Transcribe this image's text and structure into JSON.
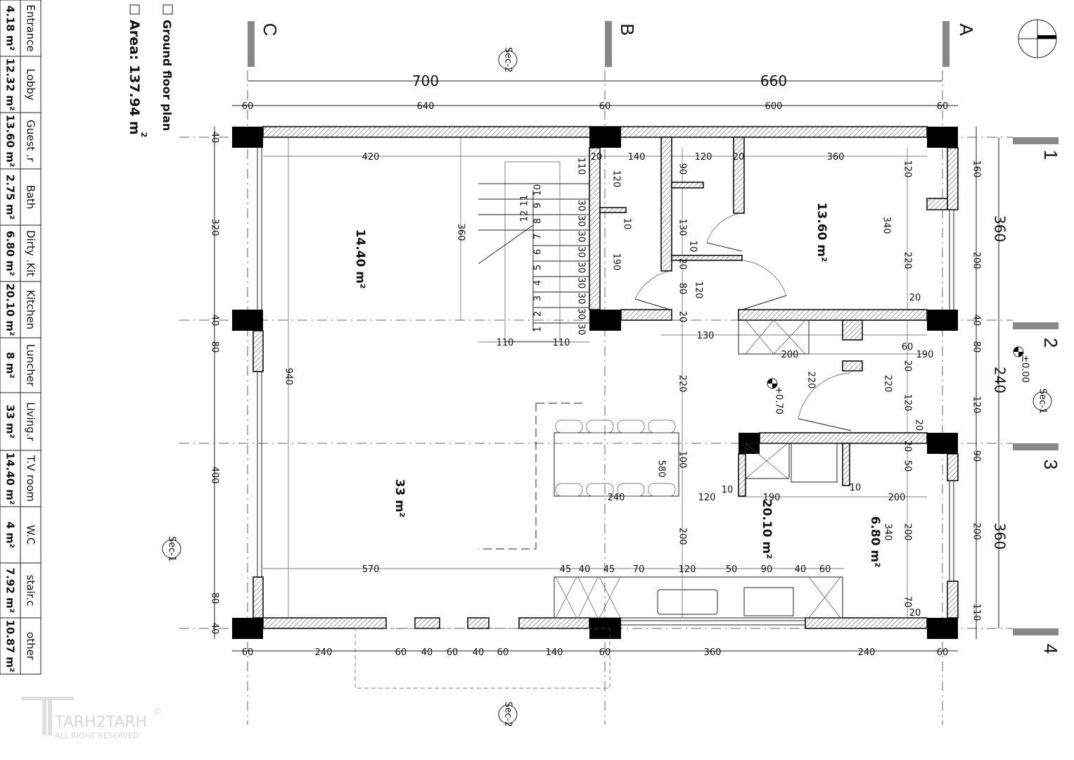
{
  "title": "Ground floor plan",
  "area_label": "Area: 137.94 m",
  "area_sup": "2",
  "area_table": [
    {
      "name": "Entrance",
      "area": "4.18 m²"
    },
    {
      "name": "Lobby",
      "area": "12.32 m²"
    },
    {
      "name": "Guest .r",
      "area": "13.60 m²"
    },
    {
      "name": "Bath",
      "area": "2.75 m²"
    },
    {
      "name": "Dirty .Kit",
      "area": "6.80 m²"
    },
    {
      "name": "Kitchen",
      "area": "20.10 m²"
    },
    {
      "name": "Luncher",
      "area": "8 m²"
    },
    {
      "name": "Living.r",
      "area": "33 m²"
    },
    {
      "name": "T.V room",
      "area": "14.40 m²"
    },
    {
      "name": "W.C",
      "area": "4 m²"
    },
    {
      "name": "stair.c",
      "area": "7.92 m²"
    },
    {
      "name": "other",
      "area": "10.87 m²"
    }
  ],
  "grid_columns": [
    "C",
    "B",
    "A"
  ],
  "grid_rows": [
    "1",
    "2",
    "3",
    "4"
  ],
  "rooms": [
    "14.40 m²",
    "33 m²",
    "13.60 m²",
    "20.10 m²",
    "6.80 m²"
  ],
  "dims": {
    "top_overall": [
      "700",
      "660"
    ],
    "top": [
      "60",
      "640",
      "60",
      "600",
      "60"
    ],
    "bottom": [
      "60",
      "240",
      "60",
      "40",
      "60",
      "40",
      "60",
      "140",
      "60",
      "360",
      "240",
      "60"
    ],
    "left": [
      "40",
      "320",
      "40",
      "80",
      "400",
      "80",
      "40"
    ],
    "right": [
      "160",
      "200",
      "40",
      "80",
      "120",
      "90",
      "200",
      "110"
    ],
    "right_overall": [
      "360",
      "240",
      "360"
    ],
    "interior": [
      "420",
      "360",
      "940",
      "110",
      "110",
      "20",
      "140",
      "120",
      "20",
      "360",
      "120",
      "340",
      "220",
      "110",
      "120",
      "190",
      "10",
      "90",
      "130",
      "10",
      "20",
      "80",
      "20",
      "120",
      "130",
      "200",
      "220",
      "220",
      "580",
      "100",
      "220",
      "200",
      "240",
      "120",
      "190",
      "10",
      "10",
      "200",
      "340",
      "200",
      "570",
      "45",
      "40",
      "45",
      "70",
      "120",
      "50",
      "90",
      "40",
      "60",
      "20",
      "60",
      "190",
      "20",
      "120",
      "20",
      "20",
      "50",
      "70",
      "20"
    ],
    "stair_risers": [
      "30",
      "30",
      "30",
      "30",
      "30",
      "30",
      "30",
      "30",
      "30"
    ]
  },
  "stair_numbers": [
    "1",
    "2",
    "3",
    "4",
    "5",
    "6",
    "7",
    "8",
    "9",
    "10",
    "11",
    "12"
  ],
  "levels": [
    "±0.00",
    "+0.70"
  ],
  "sections": [
    "Sec-1",
    "Sec-1",
    "Sec-2",
    "Sec-2"
  ],
  "watermark": {
    "brand": "TARH2TARH",
    "tagline": "ALL RIGHT RESERVED",
    "copyright": "©"
  }
}
